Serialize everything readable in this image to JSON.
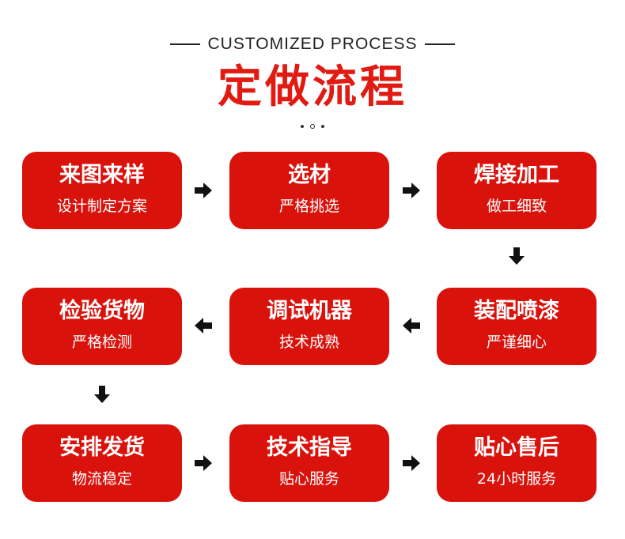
{
  "header": {
    "subtitle": "CUSTOMIZED PROCESS",
    "title": "定做流程"
  },
  "steps": [
    {
      "title": "来图来样",
      "desc": "设计制定方案"
    },
    {
      "title": "选材",
      "desc": "严格挑选"
    },
    {
      "title": "焊接加工",
      "desc": "做工细致"
    },
    {
      "title": "装配喷漆",
      "desc": "严谨细心"
    },
    {
      "title": "调试机器",
      "desc": "技术成熟"
    },
    {
      "title": "检验货物",
      "desc": "严格检测"
    },
    {
      "title": "安排发货",
      "desc": "物流稳定"
    },
    {
      "title": "技术指导",
      "desc": "贴心服务"
    },
    {
      "title": "贴心售后",
      "desc": "24小时服务"
    }
  ],
  "colors": {
    "accent": "#e21b12",
    "box": "#d9120c",
    "arrow": "#111111"
  }
}
